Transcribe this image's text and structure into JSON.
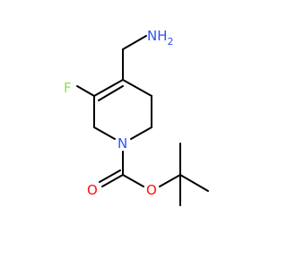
{
  "molecule": {
    "atoms": {
      "amine_n": {
        "symbol": "N",
        "hydrogens": "H",
        "hydrogen_count": "2",
        "color": "#3050F8"
      },
      "fluorine": {
        "symbol": "F",
        "color": "#90E050"
      },
      "ring_n": {
        "symbol": "N",
        "color": "#3050F8"
      },
      "carbonyl_o": {
        "symbol": "O",
        "color": "#FF0D0D"
      },
      "ester_o": {
        "symbol": "O",
        "color": "#FF0D0D"
      }
    },
    "bond_color": "#000000"
  }
}
